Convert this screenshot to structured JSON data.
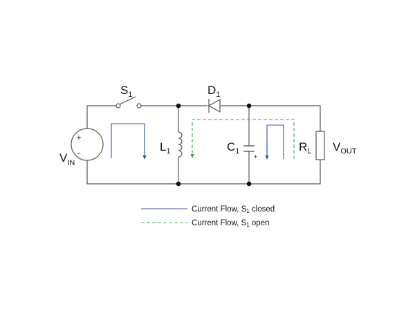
{
  "components": {
    "switch": {
      "name": "S",
      "sub": "1"
    },
    "diode": {
      "name": "D",
      "sub": "1"
    },
    "inductor": {
      "name": "L",
      "sub": "1"
    },
    "capacitor": {
      "name": "C",
      "sub": "1",
      "polarity": "+"
    },
    "load": {
      "name": "R",
      "sub": "L"
    },
    "source": {
      "name": "V",
      "sub": "IN",
      "plus": "+",
      "minus": "-"
    },
    "output": {
      "name": "V",
      "sub": "OUT"
    }
  },
  "legend": [
    {
      "style": "solid",
      "color": "#3b4ea8",
      "label_prefix": "Current Flow, S",
      "label_sub": "1",
      "label_suffix": " closed"
    },
    {
      "style": "dashed",
      "color": "#3aaa55",
      "label_prefix": "Current Flow, S",
      "label_sub": "1",
      "label_suffix": " open"
    }
  ],
  "colors": {
    "wire": "#555555",
    "current_closed": "#3b4ea8",
    "current_open": "#3aaa55"
  }
}
